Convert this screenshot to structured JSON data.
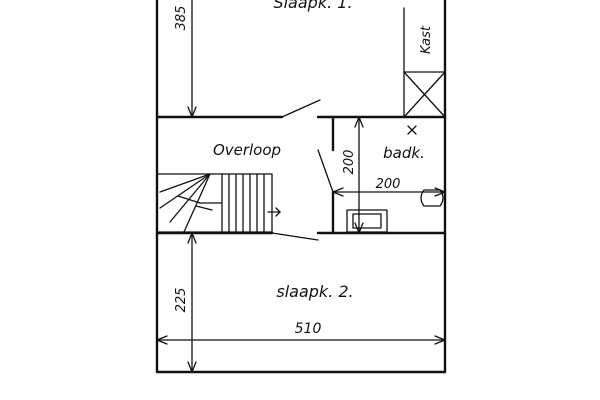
{
  "rooms": {
    "top": "Slaapk. 1.",
    "landing": "Overloop",
    "bath": "badk.",
    "bottom": "slaapk. 2."
  },
  "labels": {
    "closet": "Kast"
  },
  "dimensions": {
    "top_height": "385",
    "bath_height": "200",
    "bath_width": "200",
    "bottom_height": "225",
    "total_width": "510"
  }
}
